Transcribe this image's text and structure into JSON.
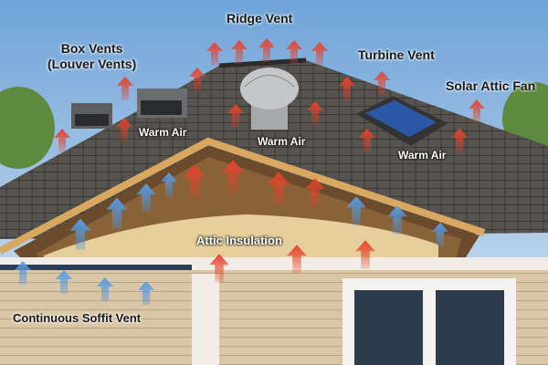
{
  "labels": {
    "ridge_vent": "Ridge Vent",
    "box_vents": "Box Vents",
    "box_vents_sub": "(Louver Vents)",
    "turbine_vent": "Turbine Vent",
    "solar_fan": "Solar Attic Fan",
    "warm_air_1": "Warm Air",
    "warm_air_2": "Warm Air",
    "warm_air_3": "Warm Air",
    "insulation": "Attic Insulation",
    "soffit": "Continuous Soffit Vent"
  },
  "colors": {
    "warm_arrow": "#e0412b",
    "cool_arrow": "#4a90d9",
    "roof": "#4d4a47",
    "sky": "#8fb7e0"
  }
}
